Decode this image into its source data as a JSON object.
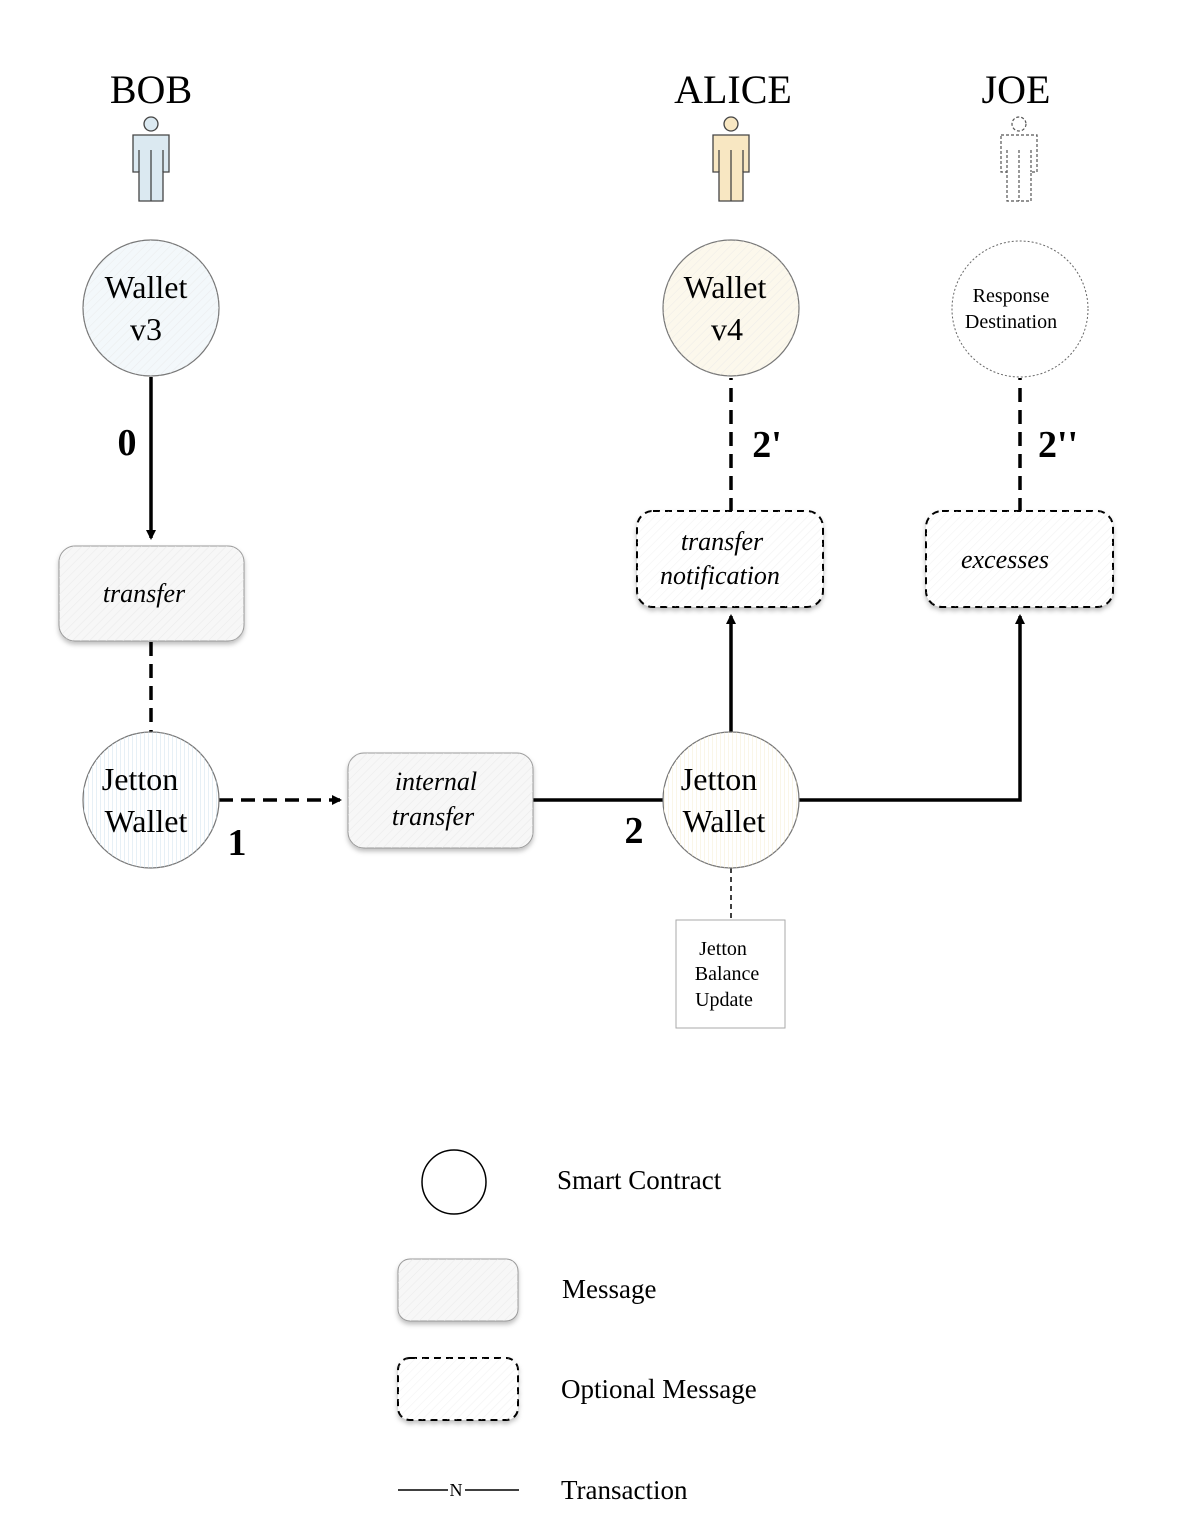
{
  "actors": {
    "bob": "BOB",
    "alice": "ALICE",
    "joe": "JOE"
  },
  "nodes": {
    "wallet_v3": [
      "Wallet",
      "v3"
    ],
    "wallet_v4": [
      "Wallet",
      "v4"
    ],
    "response_destination": [
      "Response",
      "Destination"
    ],
    "bob_jetton_wallet": [
      "Jetton",
      "Wallet"
    ],
    "alice_jetton_wallet": [
      "Jetton",
      "Wallet"
    ]
  },
  "messages": {
    "transfer": [
      "transfer"
    ],
    "internal_transfer": [
      "internal",
      "transfer"
    ],
    "transfer_notification": [
      "transfer",
      "notification"
    ],
    "excesses": [
      "excesses"
    ]
  },
  "transaction_labels": {
    "t0": "0",
    "t1": "1",
    "t2": "2",
    "t2_prime": "2'",
    "t2_double_prime": "2''"
  },
  "balance_box": [
    "Jetton",
    "Balance",
    "Update"
  ],
  "legend": {
    "smart_contract": "Smart Contract",
    "message": "Message",
    "optional_message": "Optional Message",
    "transaction": "Transaction",
    "transaction_symbol": "N"
  },
  "colors": {
    "bob": "#dbe9f1",
    "alice": "#f8e7c2",
    "joe": "#ffffff",
    "bob_tint": "#f3f8fb",
    "alice_tint": "#fcf8ec",
    "message_fill": "#f7f7f7"
  }
}
